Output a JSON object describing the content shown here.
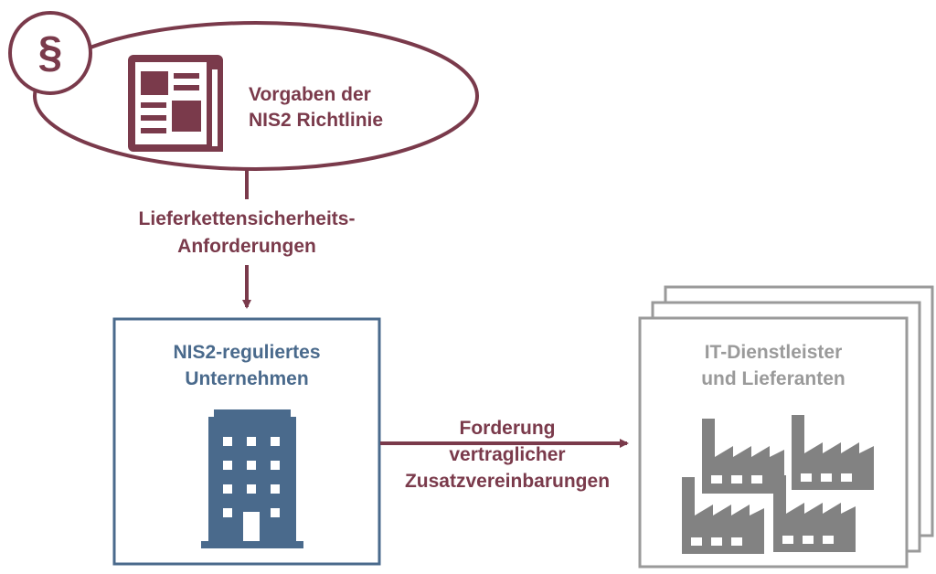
{
  "directive": {
    "line1": "Vorgaben der",
    "line2": "NIS2 Richtlinie",
    "paragraph_symbol": "§",
    "icon": "newspaper-icon"
  },
  "requirements": {
    "line1": "Lieferkettensicherheits-",
    "line2": "Anforderungen"
  },
  "company": {
    "line1": "NIS2-reguliertes",
    "line2": "Unternehmen",
    "icon": "office-building-icon"
  },
  "demand": {
    "line1": "Forderung",
    "line2": "vertraglicher",
    "line3": "Zusatzvereinbarungen"
  },
  "suppliers": {
    "line1": "IT-Dienstleister",
    "line2": "und Lieferanten",
    "icon": "factory-icon"
  },
  "colors": {
    "accent_red": "#7a3a4b",
    "accent_blue": "#4a6a8c",
    "neutral_gray": "#8a8a8a"
  }
}
